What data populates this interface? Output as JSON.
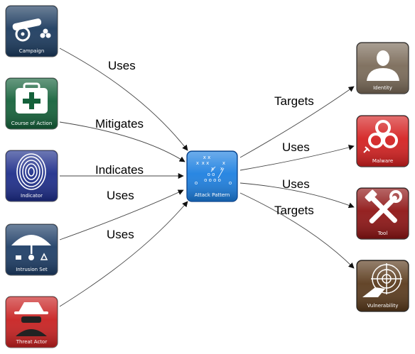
{
  "nodes": {
    "campaign": {
      "label": "Campaign",
      "color": "#1b3a5e",
      "icon": "cannon-icon"
    },
    "course_of_action": {
      "label": "Course of Action",
      "color": "#14613a",
      "icon": "first-aid-kit-icon"
    },
    "indicator": {
      "label": "Indicator",
      "color": "#1d2d8a",
      "icon": "fingerprint-icon"
    },
    "intrusion_set": {
      "label": "Intrusion Set",
      "color": "#1d3d66",
      "icon": "umbrella-icon"
    },
    "threat_actor": {
      "label": "Threat Actor",
      "color": "#c82020",
      "icon": "spy-icon"
    },
    "attack_pattern": {
      "label": "Attack Pattern",
      "color": "#1c7fe0",
      "icon": "play-diagram-icon"
    },
    "identity": {
      "label": "Identity",
      "color": "#7a6a58",
      "icon": "person-silhouette-icon"
    },
    "malware": {
      "label": "Malware",
      "color": "#d42020",
      "icon": "biohazard-icon"
    },
    "tool": {
      "label": "Tool",
      "color": "#8e1414",
      "icon": "wrench-hammer-icon"
    },
    "vulnerability": {
      "label": "Vulnerability",
      "color": "#5a3a1c",
      "icon": "target-hand-icon"
    }
  },
  "edges": [
    {
      "from": "campaign",
      "to": "attack_pattern",
      "label": "Uses"
    },
    {
      "from": "course_of_action",
      "to": "attack_pattern",
      "label": "Mitigates"
    },
    {
      "from": "indicator",
      "to": "attack_pattern",
      "label": "Indicates"
    },
    {
      "from": "intrusion_set",
      "to": "attack_pattern",
      "label": "Uses"
    },
    {
      "from": "threat_actor",
      "to": "attack_pattern",
      "label": "Uses"
    },
    {
      "from": "attack_pattern",
      "to": "identity",
      "label": "Targets"
    },
    {
      "from": "attack_pattern",
      "to": "malware",
      "label": "Uses"
    },
    {
      "from": "attack_pattern",
      "to": "tool",
      "label": "Uses"
    },
    {
      "from": "attack_pattern",
      "to": "vulnerability",
      "label": "Targets"
    }
  ]
}
